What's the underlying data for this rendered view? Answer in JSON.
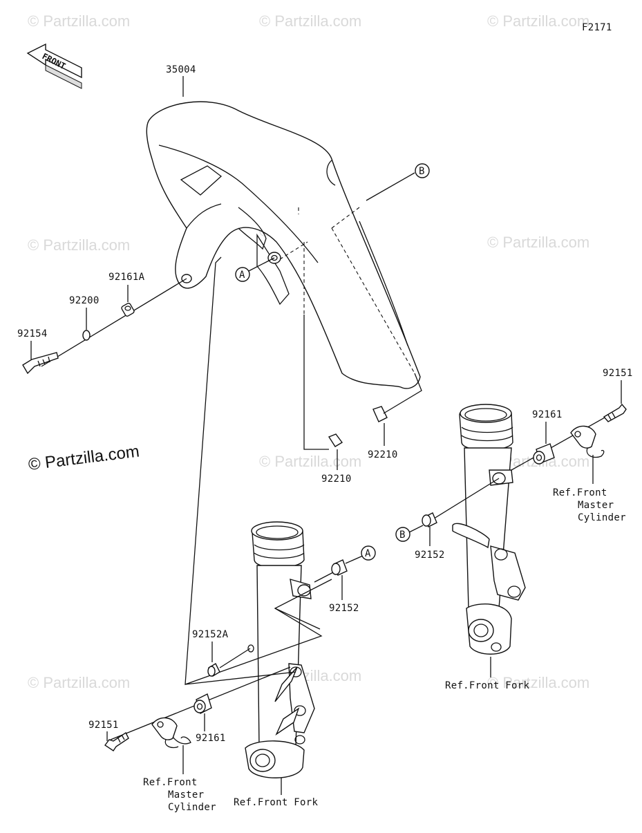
{
  "diagram_code": "F2171",
  "front_arrow_label": "FRONT",
  "watermark_text": "© Partzilla.com",
  "copyright_notice": "© Partzilla.com",
  "part_numbers": {
    "fender": "35004",
    "spacer_fender_top": "92161A",
    "washer": "92200",
    "bolt_fender": "92154",
    "nut_right_1": "92210",
    "nut_right_2": "92210",
    "spacer_right": "92161",
    "bolt_right": "92151",
    "collar_b": "92152",
    "collar_a": "92152",
    "collar_left": "92152A",
    "spacer_left": "92161",
    "bolt_left": "92151"
  },
  "reference_labels": {
    "right_master_cylinder": [
      "Ref.Front",
      "Master",
      "Cylinder"
    ],
    "right_fork": "Ref.Front Fork",
    "left_master_cylinder": [
      "Ref.Front",
      "Master",
      "Cylinder"
    ],
    "left_fork": "Ref.Front Fork"
  },
  "callouts": {
    "a_on_fender": "A",
    "b_on_fender": "B",
    "b_on_right_collar": "B",
    "a_on_left_collar": "A"
  },
  "colors": {
    "line": "#111111",
    "watermark": "#d9d9d9",
    "background": "#ffffff"
  }
}
